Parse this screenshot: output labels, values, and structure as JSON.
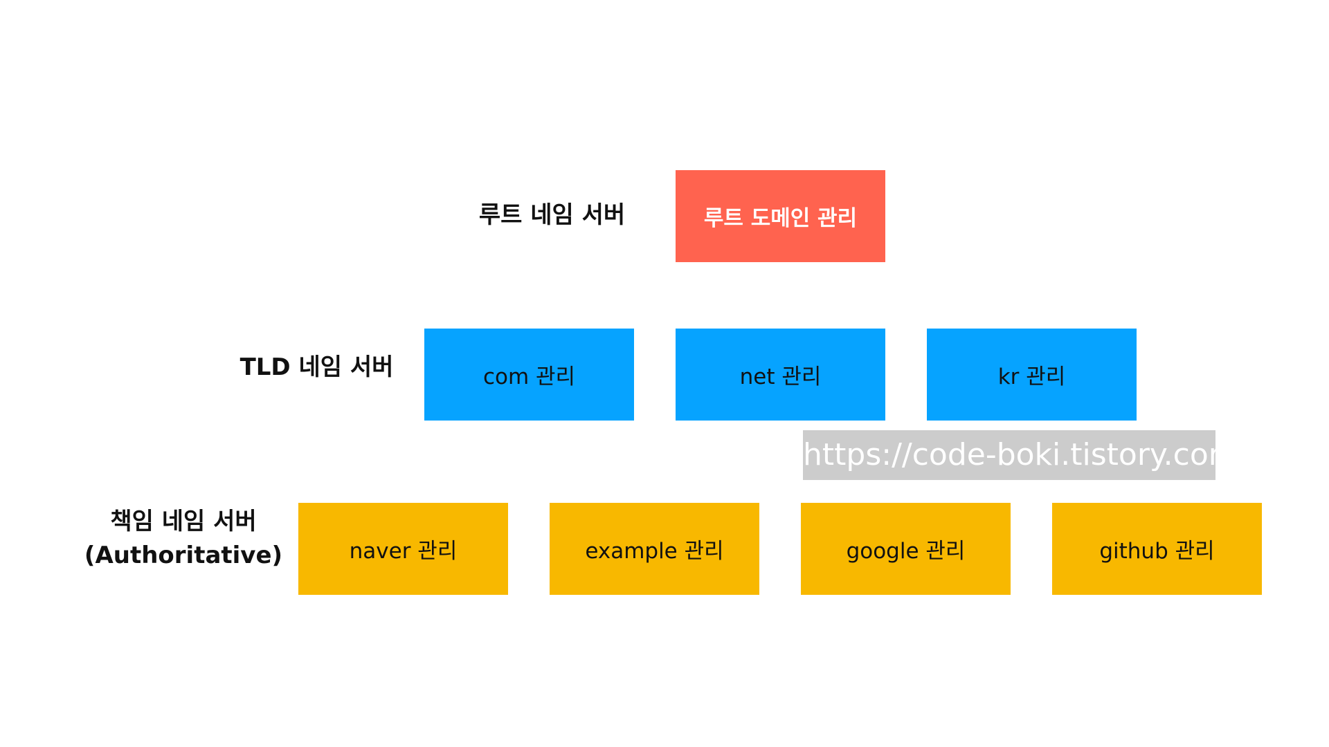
{
  "levels": {
    "root": {
      "label": "루트 네임 서버",
      "boxes": [
        "루트 도메인 관리"
      ]
    },
    "tld": {
      "label": "TLD 네임 서버",
      "boxes": [
        "com 관리",
        "net 관리",
        "kr 관리"
      ]
    },
    "authoritative": {
      "label_line1": "책임 네임 서버",
      "label_line2": "(Authoritative)",
      "boxes": [
        "naver 관리",
        "example 관리",
        "google 관리",
        "github 관리"
      ]
    }
  },
  "watermark": "https://code-boki.tistory.com",
  "colors": {
    "root": "#ff634f",
    "tld": "#06a3ff",
    "authoritative": "#f8b800",
    "watermark_bg": "#cccccc"
  }
}
